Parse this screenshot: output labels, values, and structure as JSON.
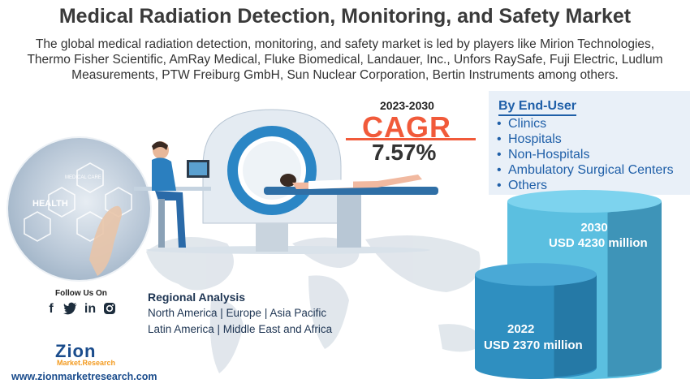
{
  "header": {
    "title": "Medical Radiation Detection, Monitoring, and Safety Market",
    "subtitle": "The global medical radiation detection, monitoring, and safety market is led by players like Mirion Technologies, Thermo Fisher Scientific, AmRay Medical, Fluke Biomedical, Landauer, Inc., Unfors RaySafe, Fuji Electric, Ludlum Measurements, PTW Freiburg GmbH, Sun Nuclear Corporation, Bertin Instruments among others."
  },
  "cagr": {
    "years": "2023-2030",
    "word": "CAGR",
    "value": "7.57%",
    "color": "#f15a3a"
  },
  "end_user": {
    "title": "By End-User",
    "items": [
      "Clinics",
      "Hospitals",
      "Non-Hospitals",
      "Ambulatory Surgical Centers",
      "Others"
    ],
    "color": "#1f5fa8"
  },
  "regional": {
    "title": "Regional Analysis",
    "line1": "North America | Europe | Asia Pacific",
    "line2": "Latin America | Middle East and Africa"
  },
  "social": {
    "follow_label": "Follow Us On",
    "icons": [
      "facebook-icon",
      "twitter-icon",
      "linkedin-icon",
      "instagram-icon"
    ]
  },
  "brand": {
    "logo_main": "Zion",
    "logo_sub": "Market.Research",
    "website": "www.zionmarketresearch.com"
  },
  "illustration": {
    "health_label": "HEALTH",
    "medical_label": "MEDICAL CARE"
  },
  "chart_data": {
    "type": "bar",
    "categories": [
      "2022",
      "2030"
    ],
    "values": [
      2370,
      4230
    ],
    "unit": "USD million",
    "value_labels": [
      "USD 2370 million",
      "USD 4230 million"
    ],
    "colors": [
      "#2f8fc0",
      "#5bbfe0"
    ]
  }
}
